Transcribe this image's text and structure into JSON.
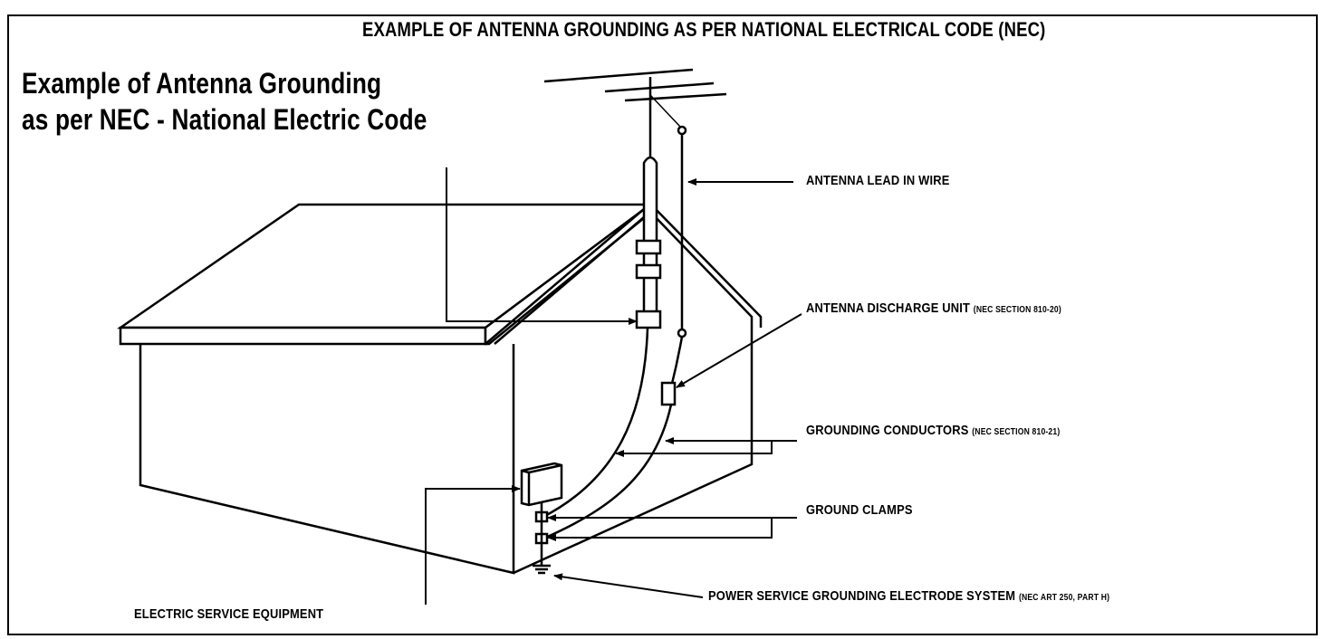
{
  "header": {
    "title": "EXAMPLE OF ANTENNA GROUNDING AS PER NATIONAL ELECTRICAL CODE (NEC)"
  },
  "heading": {
    "line1": "Example of Antenna Grounding",
    "line2": "as per NEC - National Electric Code"
  },
  "labels": {
    "lead_in_wire": "ANTENNA LEAD IN WIRE",
    "discharge_unit": "ANTENNA DISCHARGE UNIT",
    "discharge_unit_ref": "(NEC SECTION 810-20)",
    "grounding_conductors": "GROUNDING CONDUCTORS",
    "grounding_conductors_ref": "(NEC SECTION 810-21)",
    "ground_clamps": "GROUND CLAMPS",
    "power_service": "POWER SERVICE GROUNDING ELECTRODE SYSTEM",
    "power_service_ref": "(NEC ART 250, PART H)",
    "electric_service": "ELECTRIC SERVICE EQUIPMENT"
  },
  "colors": {
    "ink": "#000000",
    "paper": "#ffffff"
  }
}
